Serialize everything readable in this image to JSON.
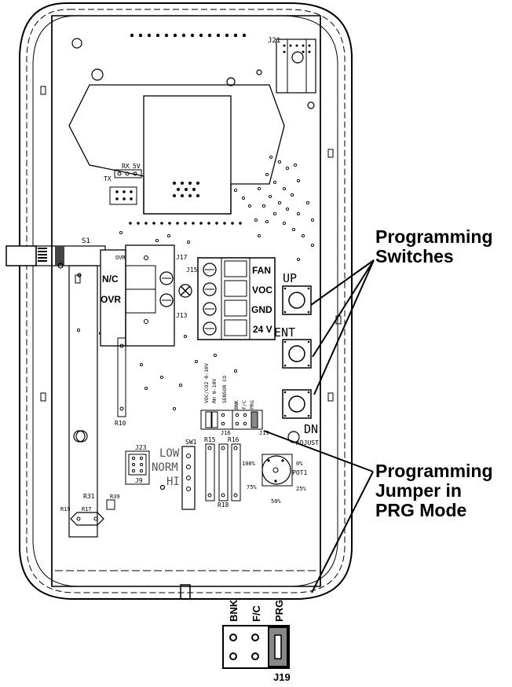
{
  "callouts": {
    "programming_switches": [
      "Programming",
      "Switches"
    ],
    "programming_jumper": [
      "Programming",
      "Jumper in",
      "PRG Mode"
    ]
  },
  "board": {
    "connector_j21": "J21",
    "serial": {
      "rx": "RX",
      "v5": "5V",
      "tx": "TX"
    },
    "s1": "S1",
    "j17": "J17",
    "j13": "J13",
    "j15": "J15",
    "ovr_small": "OVR",
    "relay_terminals": [
      "N/C",
      "OVR"
    ],
    "output_terminals": [
      "FAN",
      "VOC",
      "GND",
      "24 V"
    ],
    "buttons": {
      "up": "UP",
      "ent": "ENT",
      "dn": "DN"
    },
    "jumper_labels": [
      "VOC/CO2 0-10V",
      "RH 0-10V",
      "SENSOR CO",
      "BNK",
      "F/C",
      "PRG"
    ],
    "j16": "J16",
    "j19": "J19",
    "adjust": "ADJUST",
    "r10_top": "R10",
    "sw1": "SW1",
    "mode_levels": [
      "LOW",
      "NORM",
      "HI"
    ],
    "r15": "R15",
    "r16": "R16",
    "r18": "R18",
    "j23": "J23",
    "j9": "J9",
    "r31": "R31",
    "r39": "R39",
    "r19": "R19",
    "r17": "R17",
    "pot": {
      "name": "POT1",
      "p0": "0%",
      "p25": "25%",
      "p50": "50%",
      "p75": "75%",
      "p100": "100%"
    }
  },
  "detail": {
    "labels": [
      "BNK",
      "F/C",
      "PRG"
    ],
    "connector": "J19"
  }
}
